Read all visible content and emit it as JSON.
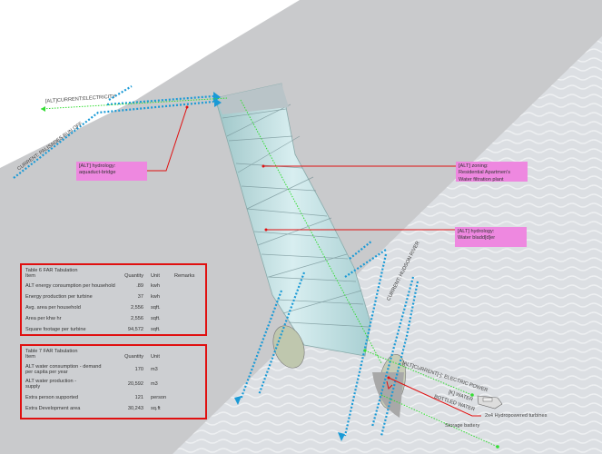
{
  "labels": {
    "alt_current_electricity": "[ALT]CURRENT:ELECTRICITY",
    "current_palisades_run_off": "CURRENT: PALISADES RUN OFF",
    "current_hudson_river": "CURRENT: HUDSON RIVER",
    "alt_current_electric_power": "[ALT]CURRENT[-]: ELECTRIC POWER",
    "k_water": "[K] WATER",
    "bottled_water": "BOTTLED WATER",
    "turbines": "2x4 Hydropowered turbines",
    "storage_battery": "Storage battery"
  },
  "notes": [
    {
      "line1": "[ALT] hydrology:",
      "line2": "aquaduct-bridge"
    },
    {
      "line1": "[ALT] zoning:",
      "line2": "Residential Apartmen's",
      "line3": "Water filtration plant"
    },
    {
      "line1": "[ALT] hydrology:",
      "line2": "Water bladd[d]er"
    }
  ],
  "table6": {
    "title": "Table 6 FAR Tabulation",
    "headers": [
      "Item",
      "Quantity",
      "Unit",
      "Remarks"
    ],
    "rows": [
      [
        "ALT energy consumption per household",
        ".89",
        "kwh",
        ""
      ],
      [
        "Energy production per turbine",
        "37",
        "kwh",
        ""
      ],
      [
        "Avg. area per household",
        "2,556",
        "sqft.",
        ""
      ],
      [
        "Area per khw hr",
        "2,556",
        "sqft.",
        ""
      ],
      [
        "Square footage per turbine",
        "94,572",
        "sqft.",
        ""
      ]
    ]
  },
  "table7": {
    "title": "Table 7 FAR Tabulation",
    "headers": [
      "Item",
      "Quantity",
      "Unit"
    ],
    "rows": [
      [
        "ALT water consumption - demand per capita per year",
        "170",
        "m3"
      ],
      [
        "ALT water production - supply",
        "20,592",
        "m3"
      ],
      [
        "Extra person supported",
        "121",
        "person"
      ],
      [
        "Extra Development area",
        "30,243",
        "sq.ft"
      ]
    ]
  },
  "colors": {
    "callout": "#e01010",
    "note_fill": "#ee88e0",
    "flow_blue": "#1a9ad6",
    "flow_green": "#33dd33"
  }
}
